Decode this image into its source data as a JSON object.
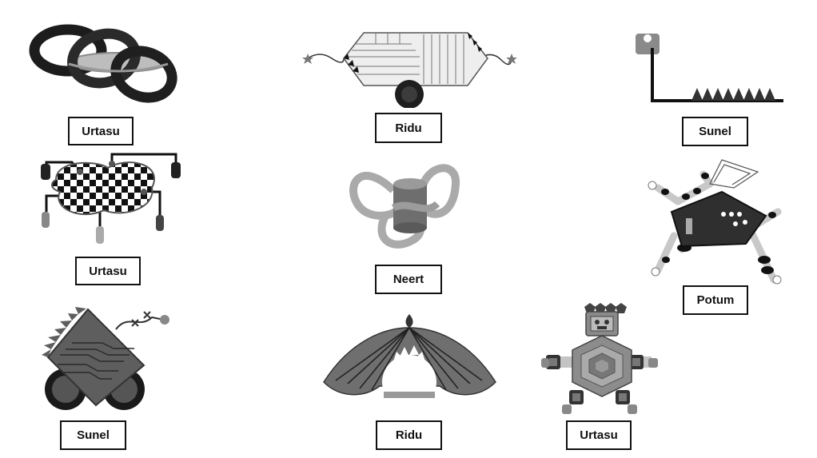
{
  "items": [
    {
      "label": "Urtasu",
      "figure": "interlinked-rings"
    },
    {
      "label": "Ridu",
      "figure": "striped-hexagon-with-wheel"
    },
    {
      "label": "Sunel",
      "figure": "l-shaped-rod-with-spikes"
    },
    {
      "label": "Urtasu",
      "figure": "checkered-blob-with-legs"
    },
    {
      "label": "Neert",
      "figure": "cylinder-with-loops"
    },
    {
      "label": "Potum",
      "figure": "pentagon-creature-with-legs"
    },
    {
      "label": "Sunel",
      "figure": "spiked-diamond-on-wheels"
    },
    {
      "label": "Ridu",
      "figure": "striped-dome"
    },
    {
      "label": "Urtasu",
      "figure": "hexagon-robot"
    }
  ]
}
